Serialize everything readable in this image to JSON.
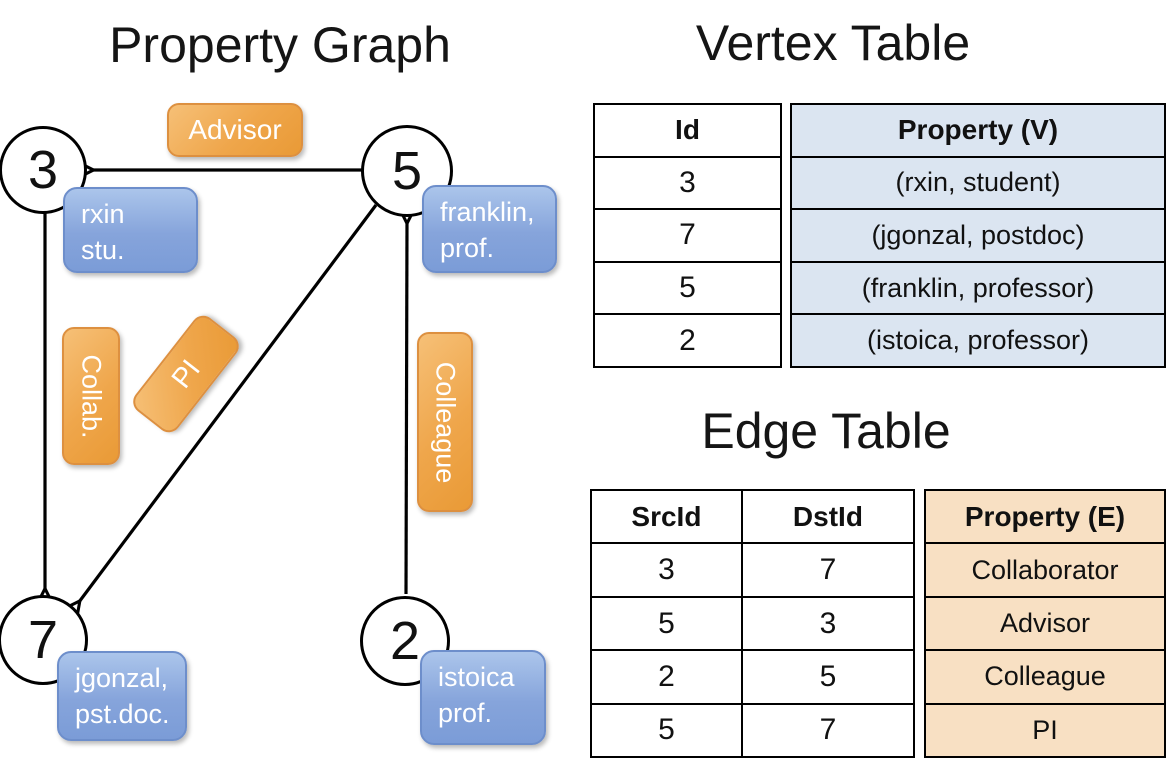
{
  "graph": {
    "title": "Property Graph",
    "nodes": [
      {
        "id": "3",
        "label_line1": "rxin",
        "label_line2": "stu."
      },
      {
        "id": "5",
        "label_line1": "franklin,",
        "label_line2": "prof."
      },
      {
        "id": "7",
        "label_line1": "jgonzal,",
        "label_line2": "pst.doc."
      },
      {
        "id": "2",
        "label_line1": "istoica",
        "label_line2": "prof."
      }
    ],
    "edge_labels": {
      "advisor": "Advisor",
      "collab": "Collab.",
      "pi": "PI",
      "colleague": "Colleague"
    }
  },
  "vertex_table": {
    "title": "Vertex Table",
    "columns": {
      "id": "Id",
      "property": "Property (V)"
    },
    "rows": [
      {
        "id": "3",
        "property": "(rxin, student)"
      },
      {
        "id": "7",
        "property": "(jgonzal, postdoc)"
      },
      {
        "id": "5",
        "property": "(franklin, professor)"
      },
      {
        "id": "2",
        "property": "(istoica, professor)"
      }
    ]
  },
  "edge_table": {
    "title": "Edge Table",
    "columns": {
      "src": "SrcId",
      "dst": "DstId",
      "property": "Property (E)"
    },
    "rows": [
      {
        "src": "3",
        "dst": "7",
        "property": "Collaborator"
      },
      {
        "src": "5",
        "dst": "3",
        "property": "Advisor"
      },
      {
        "src": "2",
        "dst": "5",
        "property": "Colleague"
      },
      {
        "src": "5",
        "dst": "7",
        "property": "PI"
      }
    ]
  },
  "colors": {
    "edge_label_orange": "#efa64b",
    "vertex_label_blue": "#86a4db",
    "vertex_property_bg": "#dbe5f1",
    "edge_property_bg": "#f8e0c3",
    "line_black": "#000000"
  }
}
